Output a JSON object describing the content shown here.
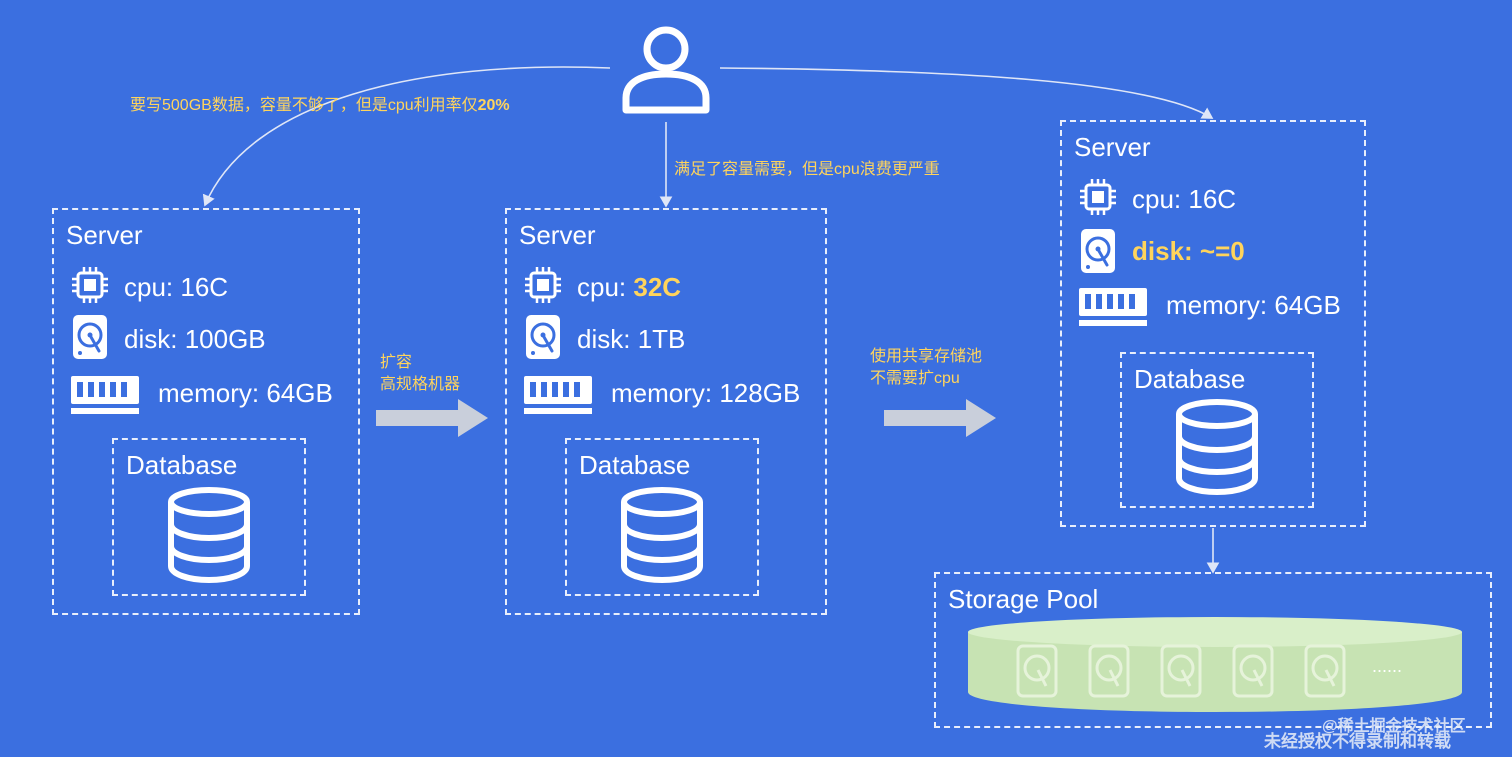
{
  "notes": {
    "left_prefix": "要写500GB数据，容量不够了，但是cpu利用率仅",
    "left_highlight": "20%",
    "middle": "满足了容量需要，但是cpu浪费更严重"
  },
  "arrows": {
    "first": [
      "扩容",
      "高规格机器"
    ],
    "second": [
      "使用共享存储池",
      "不需要扩cpu"
    ]
  },
  "servers": [
    {
      "title": "Server",
      "cpu_label": "cpu: ",
      "cpu_value": "16C",
      "disk_label": "disk: ",
      "disk_value": "100GB",
      "memory_label": "memory: ",
      "memory_value": "64GB",
      "database": "Database"
    },
    {
      "title": "Server",
      "cpu_label": "cpu: ",
      "cpu_value": "32C",
      "disk_label": "disk: ",
      "disk_value": "1TB",
      "memory_label": "memory: ",
      "memory_value": "128GB",
      "database": "Database"
    },
    {
      "title": "Server",
      "cpu_label": "cpu: ",
      "cpu_value": "16C",
      "disk_label": "disk: ",
      "disk_value": "~=0",
      "memory_label": "memory: ",
      "memory_value": "64GB",
      "database": "Database"
    }
  ],
  "storage_pool": {
    "title": "Storage Pool",
    "more": "......"
  },
  "watermark": {
    "line1": "@稀土掘金技术社区",
    "line2": "未经授权不得录制和转载"
  },
  "colors": {
    "background": "#3b6fe0",
    "highlight": "#ffd45c",
    "arrow": "#c9cfdb",
    "pool_fill": "#c9e5b4"
  },
  "icons": [
    "user-icon",
    "cpu-icon",
    "disk-icon",
    "memory-icon",
    "database-icon",
    "hard-drive-icon",
    "arrow-right-icon"
  ]
}
